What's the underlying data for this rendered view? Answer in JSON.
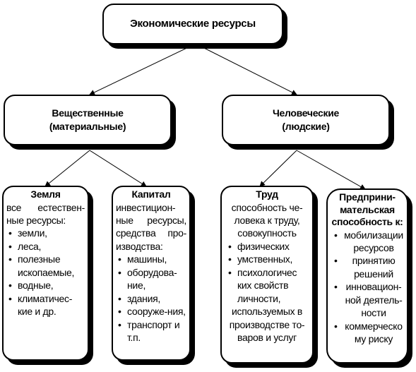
{
  "root": {
    "label": "Экономические ресурсы"
  },
  "material": {
    "label_1": "Вещественные",
    "label_2": "(материальные)"
  },
  "human": {
    "label_1": "Человеческие",
    "label_2": "(людские)"
  },
  "land": {
    "title": "Земля",
    "desc_1": "все естествен-",
    "desc_2": "ные ресурсы:",
    "items": [
      "земли,",
      "леса,",
      "полезные ископаемые,",
      "водные,",
      "климатичес-кие и др."
    ]
  },
  "capital": {
    "title": "Капитал",
    "desc": "инвестицион-ные ресурсы, средства про-изводства:",
    "items": [
      "машины,",
      "оборудова-ние,",
      "здания,",
      "сооруже-ния,",
      "транспорт и т.п."
    ]
  },
  "labor": {
    "title": "Труд",
    "desc": "способность че-ловека к труду, совокупность",
    "items": [
      "физических",
      "умственных,",
      "психологичес ких свойств личности,"
    ],
    "tail": "используемых в производстве то-варов и услуг"
  },
  "entrepreneur": {
    "title": "Предприни-мательская способность к:",
    "items": [
      "мобилизации ресурсов",
      "принятию решений",
      "инновацион-ной деятель-ности",
      "коммерческо му риску"
    ]
  }
}
